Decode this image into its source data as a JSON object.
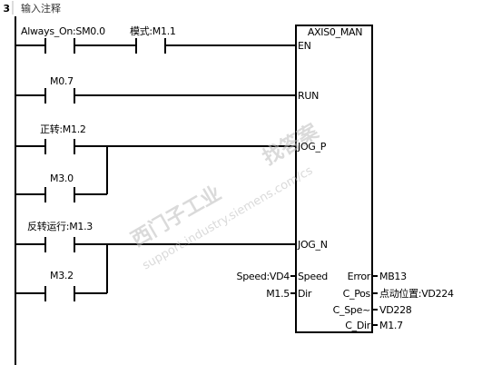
{
  "network": {
    "number": "3",
    "comment": "输入注释"
  },
  "block": {
    "title": "AXIS0_MAN",
    "inputs": [
      "EN",
      "RUN",
      "JOG_P",
      "JOG_N",
      "Speed",
      "Dir"
    ],
    "outputs": [
      "Error",
      "C_Pos",
      "C_Spe~",
      "C_Dir"
    ]
  },
  "contacts": [
    {
      "label": "Always_On:SM0.0"
    },
    {
      "label": "模式:M1.1"
    },
    {
      "label": "M0.7"
    },
    {
      "label": "正转:M1.2"
    },
    {
      "label": "M3.0"
    },
    {
      "label": "反转运行:M1.3"
    },
    {
      "label": "M3.2"
    }
  ],
  "operands": {
    "speed_in": "Speed:VD4",
    "dir_in": "M1.5",
    "error_out": "MB13",
    "cpos_out": "点动位置:VD224",
    "cspe_out": "VD228",
    "cdir_out": "M1.7"
  },
  "watermark": {
    "line1": "西门子工业",
    "line2": "找答案",
    "line3": "support.industry.siemens.com/cs"
  }
}
